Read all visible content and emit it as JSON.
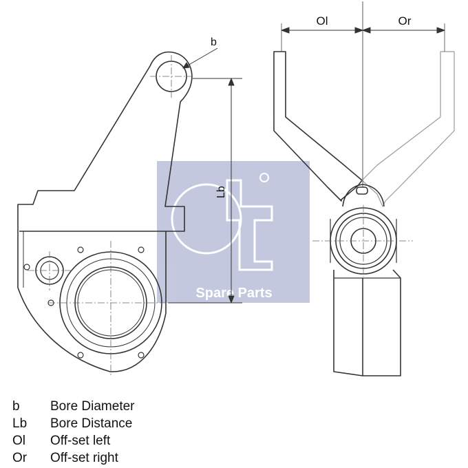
{
  "drawing": {
    "labels": {
      "b": "b",
      "lb": "Lb",
      "ol": "Ol",
      "or": "Or"
    },
    "watermark": {
      "text": "Spare Parts",
      "color": "#2a3d8f"
    },
    "line_color": "#333333"
  },
  "legend": [
    {
      "key": "b",
      "desc": "Bore Diameter"
    },
    {
      "key": "Lb",
      "desc": "Bore Distance"
    },
    {
      "key": "Ol",
      "desc": "Off-set left"
    },
    {
      "key": "Or",
      "desc": "Off-set right"
    }
  ]
}
